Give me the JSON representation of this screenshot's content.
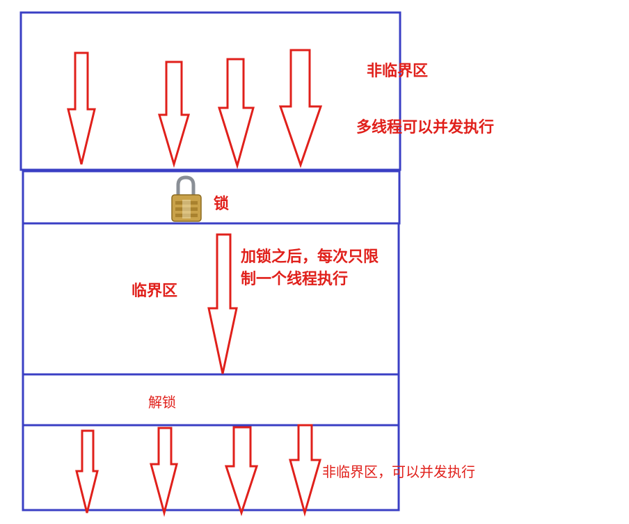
{
  "labels": {
    "top_title": "非临界区",
    "top_desc": "多线程可以并发执行",
    "lock": "锁",
    "critical": "临界区",
    "critical_desc": "加锁之后，每次只限制一个线程执行",
    "unlock": "解锁",
    "bottom_desc": "非临界区，可以并发执行"
  },
  "colors": {
    "border": "#3a3fc4",
    "arrow": "#e0201b",
    "text": "#e0201b",
    "lock_body": "#c9a24a",
    "lock_shackle": "#8a8f96"
  },
  "icons": {
    "lock": "padlock-icon"
  }
}
